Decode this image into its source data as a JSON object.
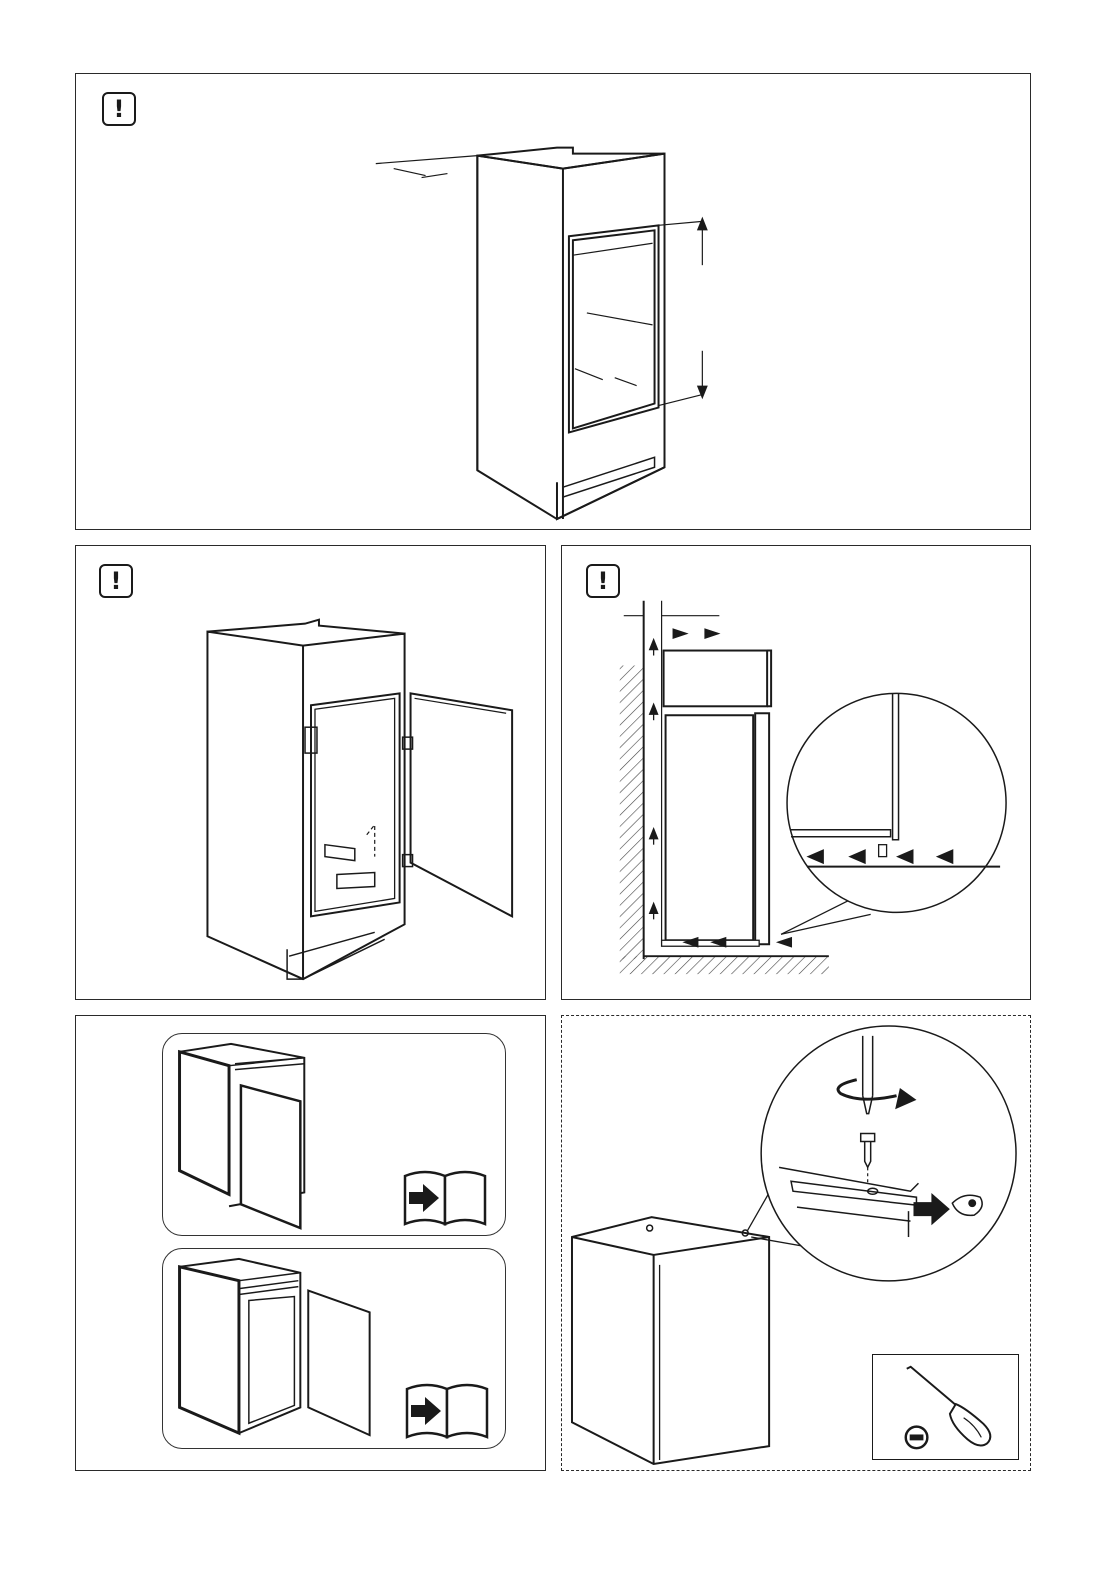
{
  "page": {
    "panels": [
      {
        "id": "cabinet-dimensions",
        "warning_symbol": "!"
      },
      {
        "id": "cabinet-door-hinges",
        "warning_symbol": "!"
      },
      {
        "id": "ventilation-clearance",
        "warning_symbol": "!"
      },
      {
        "id": "door-reversal-options"
      },
      {
        "id": "remove-top-screw"
      }
    ]
  },
  "icons": {
    "warning": "exclamation-box-icon",
    "manual": "manual-book-arrow-icon",
    "tool": "flat-screwdriver-icon",
    "rotate": "rotate-arrow-icon"
  },
  "colors": {
    "line": "#1a1a1a",
    "paper": "#ffffff",
    "hatch": "#444444"
  }
}
